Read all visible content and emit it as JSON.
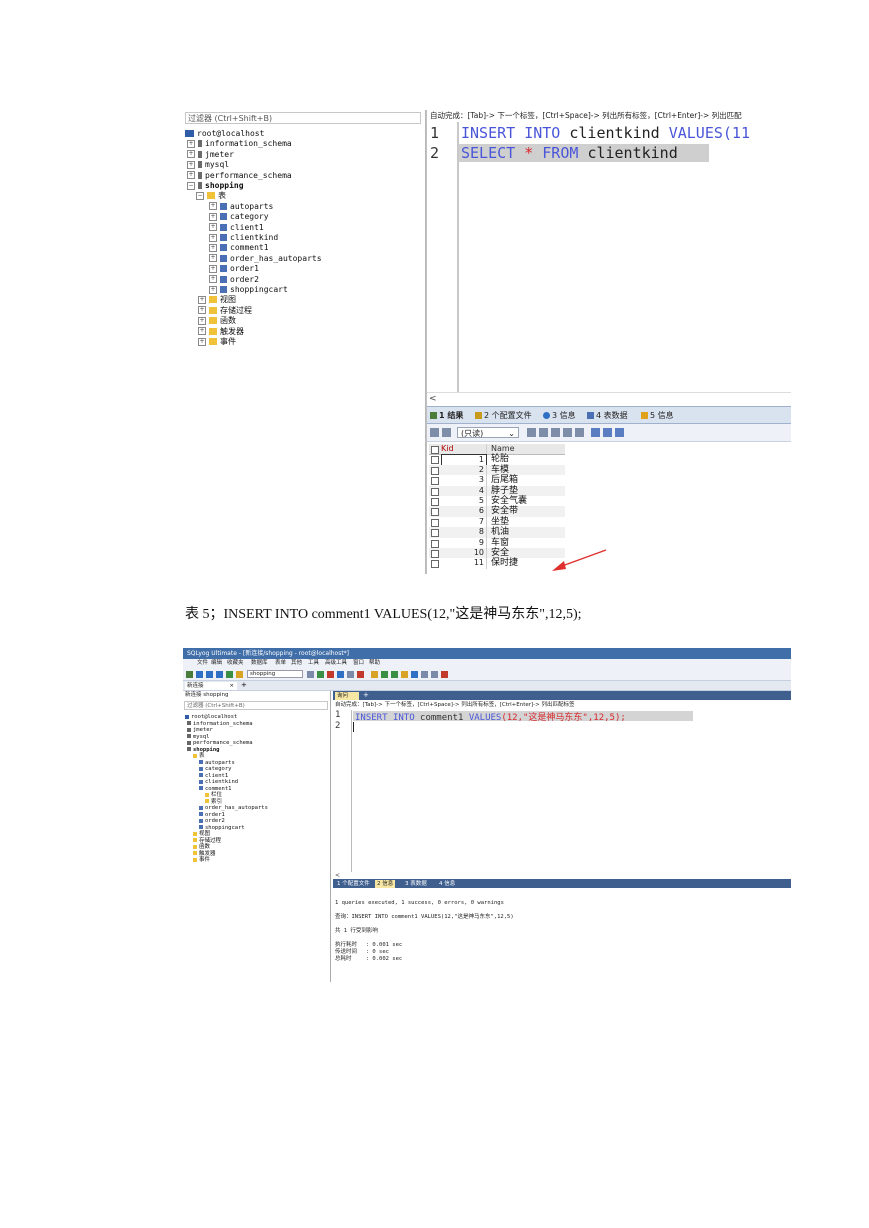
{
  "screenshot1": {
    "filter_placeholder": "过滤器 (Ctrl+Shift+B)",
    "tree": {
      "root": "root@localhost",
      "databases": [
        "information_schema",
        "jmeter",
        "mysql",
        "performance_schema"
      ],
      "open_db": "shopping",
      "tables_folder": "表",
      "tables": [
        "autoparts",
        "category",
        "client1",
        "clientkind",
        "comment1",
        "order_has_autoparts",
        "order1",
        "order2",
        "shoppingcart"
      ],
      "other_folders": [
        "视图",
        "存储过程",
        "函数",
        "触发器",
        "事件"
      ]
    },
    "editor": {
      "hint": "自动完成：[Tab]-> 下一个标签，[Ctrl+Space]-> 列出所有标签，[Ctrl+Enter]-> 列出匹配",
      "line_numbers": [
        "1",
        "2"
      ],
      "line1": {
        "kw1": "INSERT",
        "kw2": "INTO",
        "ident": "clientkind",
        "kw3": "VALUES(11"
      },
      "line2": {
        "kw1": "SELECT",
        "star": "*",
        "kw2": "FROM",
        "ident": "clientkind"
      },
      "scroll_glyph": "<"
    },
    "result_tabs": [
      "1 结果",
      "2 个配置文件",
      "3 信息",
      "4 表数据",
      "5 信息"
    ],
    "readonly_label": "(只读)",
    "grid": {
      "columns": [
        "Kid",
        "Name"
      ],
      "rows": [
        {
          "kid": "1",
          "name": "轮胎"
        },
        {
          "kid": "2",
          "name": "车模"
        },
        {
          "kid": "3",
          "name": "后尾箱"
        },
        {
          "kid": "4",
          "name": "脖子垫"
        },
        {
          "kid": "5",
          "name": "安全气囊"
        },
        {
          "kid": "6",
          "name": "安全带"
        },
        {
          "kid": "7",
          "name": "坐垫"
        },
        {
          "kid": "8",
          "name": "机油"
        },
        {
          "kid": "9",
          "name": "车窗"
        },
        {
          "kid": "10",
          "name": "安全"
        },
        {
          "kid": "11",
          "name": "保时捷"
        }
      ]
    },
    "arrow_color": "#e0302c"
  },
  "caption": "表 5；INSERT INTO comment1 VALUES(12,\"这是神马东东\",12,5);",
  "screenshot2": {
    "window_title": "SQLyog Ultimate - [新连接/shopping - root@localhost*]",
    "menu": [
      "文件",
      "编辑",
      "收藏夹",
      "数据库",
      "表单",
      "其他",
      "工具",
      "高级工具",
      "窗口",
      "帮助"
    ],
    "db_selector": "shopping",
    "doc_tab": "新连接",
    "left_header": "新连接 shopping",
    "filter_placeholder": "过滤器 (Ctrl+Shift+B)",
    "tree": {
      "root": "root@localhost",
      "databases": [
        "information_schema",
        "jmeter",
        "mysql",
        "performance_schema"
      ],
      "open_db": "shopping",
      "tables_folder": "表",
      "tables_before": [
        "autoparts",
        "category",
        "client1",
        "clientkind"
      ],
      "expanded_table": "comment1",
      "expanded_children": [
        "栏位",
        "索引"
      ],
      "tables_after": [
        "order_has_autoparts",
        "order1",
        "order2",
        "shoppingcart"
      ],
      "other_folders": [
        "视图",
        "存储过程",
        "函数",
        "触发器",
        "事件"
      ]
    },
    "query_tab": "询问",
    "query_tab_plus": "+",
    "hint": "自动完成：[Tab]-> 下一个标签，[Ctrl+Space]-> 列出所有标签，[Ctrl+Enter]-> 列出匹配标签",
    "line_numbers": [
      "1",
      "2"
    ],
    "code": {
      "kw1": "INSERT",
      "kw2": "INTO",
      "ident": "comment1",
      "kw3": "VALUES",
      "args": "(12,\"这是神马东东\",12,5);"
    },
    "scroll_glyph": "<",
    "bottom_tabs": [
      "1 个配置文件",
      "2 信息",
      "3 表数据",
      "4 信息"
    ],
    "messages": [
      "1 queries executed, 1 success, 0 errors, 0 warnings",
      "查询：INSERT INTO comment1 VALUES(12,\"这是神马东东\",12,5)",
      "共 1 行受到影响",
      "执行耗时　 : 0.001 sec",
      "传送时间　 : 0 sec",
      "总耗时　　 : 0.002 sec"
    ]
  }
}
